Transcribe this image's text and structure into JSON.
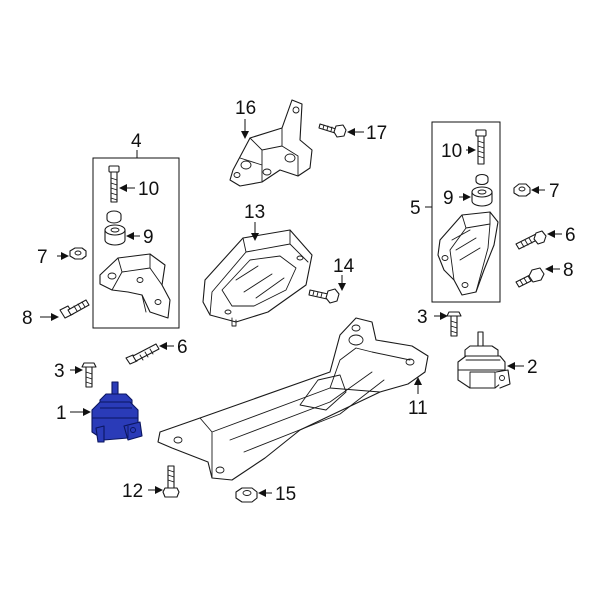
{
  "callouts": {
    "c1": "1",
    "c2": "2",
    "c3a": "3",
    "c3b": "3",
    "c4": "4",
    "c5": "5",
    "c6a": "6",
    "c6b": "6",
    "c7a": "7",
    "c7b": "7",
    "c8a": "8",
    "c8b": "8",
    "c9a": "9",
    "c9b": "9",
    "c10a": "10",
    "c10b": "10",
    "c11": "11",
    "c12": "12",
    "c13": "13",
    "c14": "14",
    "c15": "15",
    "c16": "16",
    "c17": "17"
  },
  "colors": {
    "highlight_fill": "#2a3bb8",
    "highlight_stroke": "#0b1660",
    "line": "#1a1a1a",
    "background": "#ffffff"
  }
}
